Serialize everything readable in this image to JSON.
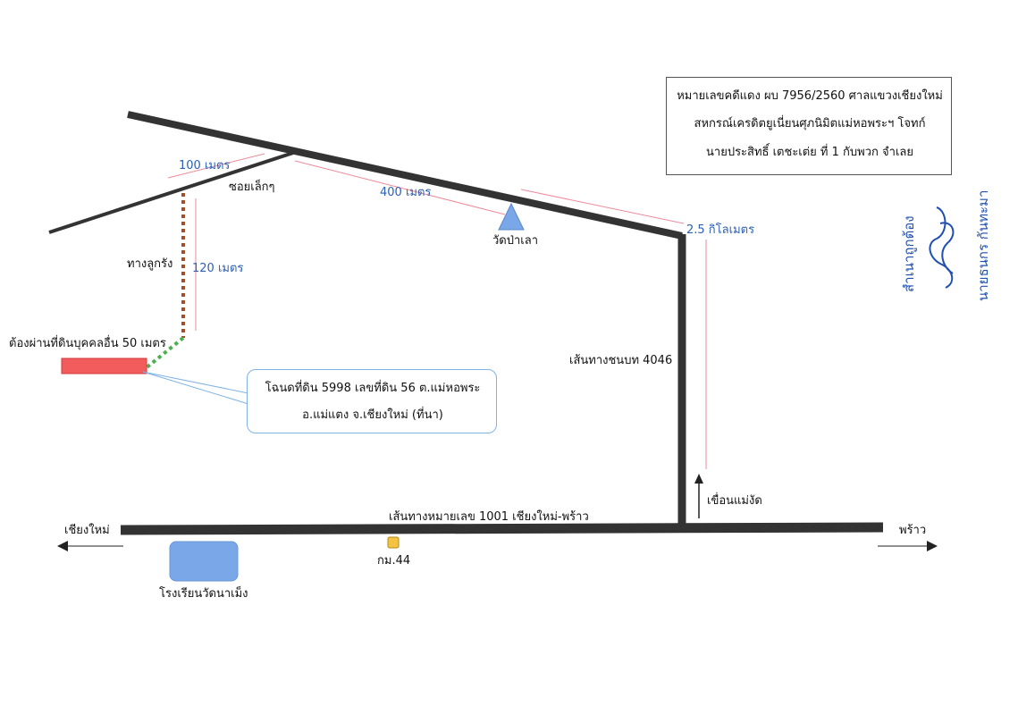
{
  "case_box": {
    "line1": "หมายเลขคดีแดง ผบ 7956/2560 ศาลแขวงเชียงใหม่",
    "line2": "สหกรณ์เครดิตยูเนี่ยนศุภนิมิตแม่หอพระฯ    โจทก์",
    "line3": "นายประสิทธิ์ เตชะเต่ย ที่ 1 กับพวก    จำเลย"
  },
  "roads": {
    "highway": "เส้นทางหมายเลข 1001 เชียงใหม่-พร้าว",
    "rural": "เส้นทางชนบท 4046",
    "soi": "ซอยเล็กๆ",
    "laterite": "ทางลูกรัง"
  },
  "distances": {
    "d100": "100 เมตร",
    "d400": "400 เมตร",
    "d120": "120 เมตร",
    "d2_5km": "2.5 กิโลเมตร"
  },
  "directions": {
    "west": "เชียงใหม่",
    "east": "พร้าว"
  },
  "landmarks": {
    "temple": "วัดป่าเลา",
    "dam": "เขื่อนแม่งัด",
    "km_marker": "กม.44",
    "school": "โรงเรียนวัดนาเม็ง"
  },
  "parcel": {
    "access_note": "ต้องผ่านที่ดินบุคคลอื่น 50 เมตร",
    "deed_line1": "โฉนดที่ดิน 5998 เลขที่ดิน 56 ต.แม่หอพระ",
    "deed_line2": "อ.แม่แตง จ.เชียงใหม่ (ที่นา)"
  },
  "stamp": {
    "certified": "สำเนาถูกต้อง",
    "name": "นายธนกร กันทะมา"
  },
  "colors": {
    "road": "#333333",
    "distance_line": "#f08a9a",
    "distance_text": "#2b5fb8",
    "laterite": "#a0522d",
    "private_path": "#4caf50",
    "parcel": "#f25c5c",
    "school": "#7aa7e8",
    "temple": "#7aa7e8",
    "km_marker": "#f5c342",
    "callout_border": "#7fb3e6",
    "stamp": "#1f4fb0"
  }
}
